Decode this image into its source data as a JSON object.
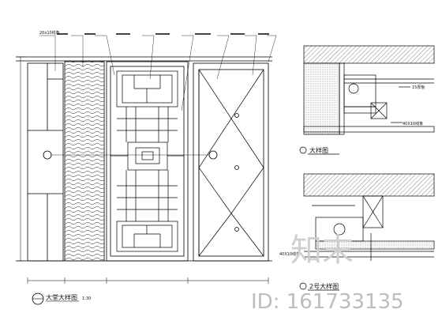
{
  "annotations": {
    "top_left": "20x10线条",
    "main_title": "大堂大样图",
    "main_scale": "1:30",
    "detail1_title": "大样图",
    "detail2_title": "2号大样图",
    "detail1_label_a": "15厚板",
    "detail1_label_b": "40X10线条",
    "detail2_label_a": "40X10线条"
  },
  "watermark": {
    "id_text": "ID: 161733135",
    "logo_text": "知末"
  }
}
